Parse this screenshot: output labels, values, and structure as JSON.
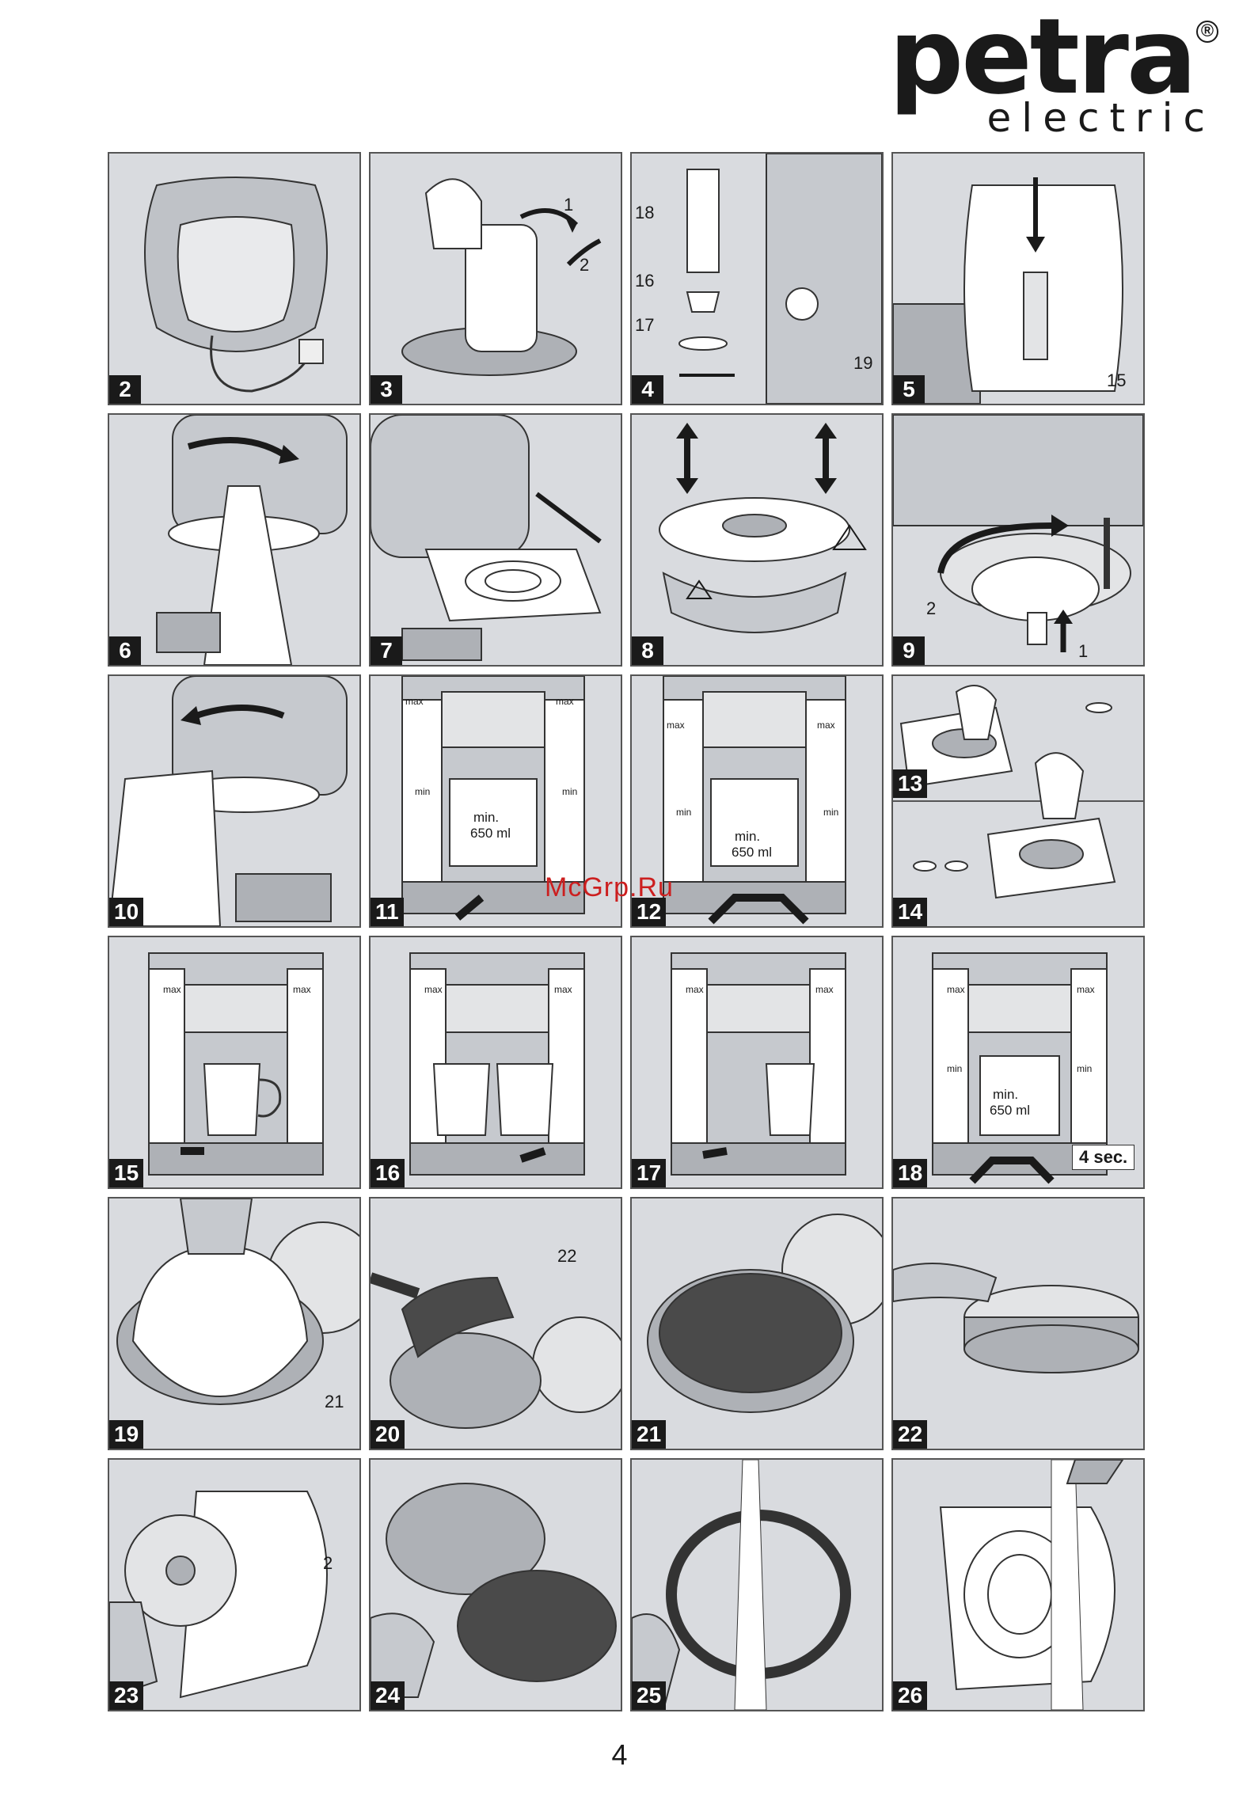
{
  "brand": {
    "name": "petra",
    "registered": "®",
    "subtitle": "electric"
  },
  "watermark": "McGrp.Ru",
  "page_number": "4",
  "panels": [
    {
      "number": "2",
      "labels": []
    },
    {
      "number": "3",
      "labels": [
        "1",
        "2"
      ]
    },
    {
      "number": "4",
      "labels": [
        "18",
        "16",
        "17",
        "19"
      ]
    },
    {
      "number": "5",
      "labels": [
        "15"
      ]
    },
    {
      "number": "6",
      "labels": []
    },
    {
      "number": "7",
      "labels": []
    },
    {
      "number": "8",
      "labels": []
    },
    {
      "number": "9",
      "labels": [
        "2",
        "1"
      ]
    },
    {
      "number": "10",
      "labels": []
    },
    {
      "number": "11",
      "labels": [
        "max",
        "max",
        "min",
        "min",
        "min.",
        "650 ml"
      ]
    },
    {
      "number": "12",
      "labels": [
        "max",
        "max",
        "min",
        "min",
        "min.",
        "650 ml"
      ]
    },
    {
      "number": "13",
      "labels": []
    },
    {
      "number": "14",
      "labels": []
    },
    {
      "number": "15",
      "labels": [
        "max",
        "max"
      ]
    },
    {
      "number": "16",
      "labels": [
        "max",
        "max"
      ]
    },
    {
      "number": "17",
      "labels": [
        "max",
        "max"
      ]
    },
    {
      "number": "18",
      "labels": [
        "max",
        "max",
        "min",
        "min",
        "min.",
        "650 ml",
        "4 sec."
      ]
    },
    {
      "number": "19",
      "labels": [
        "21"
      ]
    },
    {
      "number": "20",
      "labels": [
        "22"
      ]
    },
    {
      "number": "21",
      "labels": []
    },
    {
      "number": "22",
      "labels": []
    },
    {
      "number": "23",
      "labels": [
        "2"
      ]
    },
    {
      "number": "24",
      "labels": []
    },
    {
      "number": "25",
      "labels": []
    },
    {
      "number": "26",
      "labels": []
    }
  ],
  "colors": {
    "panel_bg": "#d9dbdf",
    "ink": "#1a1a1a",
    "watermark": "#cc1f1f"
  }
}
